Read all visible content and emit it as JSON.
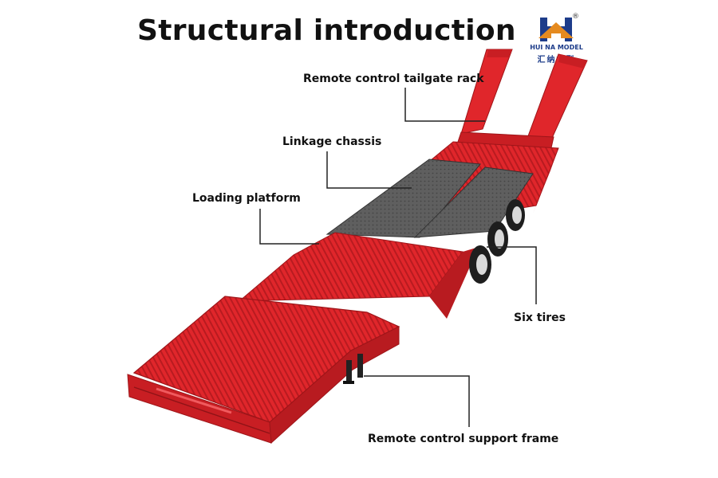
{
  "title": "Structural introduction",
  "logo": {
    "brand_en": "HUI NA MODEL",
    "brand_cn": "汇纳模型",
    "registered": "®",
    "colors": {
      "blue": "#1d3c8a",
      "orange": "#e58a1f"
    }
  },
  "callouts": {
    "tailgate": "Remote control tailgate rack",
    "chassis": "Linkage chassis",
    "platform": "Loading platform",
    "tires": "Six tires",
    "support": "Remote control support frame"
  },
  "colors": {
    "trailer_red": "#e0262b",
    "deck_gray": "#5a5a5a",
    "tire_black": "#1e1e1e"
  }
}
